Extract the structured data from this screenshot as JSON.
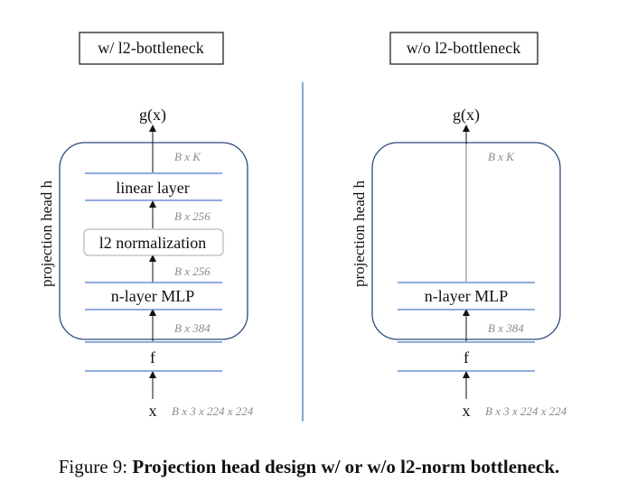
{
  "left_panel": {
    "title": "w/ l2-bottleneck",
    "output": "g(x)",
    "side_label": "projection head h",
    "layers": {
      "linear": "linear layer",
      "norm": "l2 normalization",
      "mlp": "n-layer MLP",
      "encoder": "f"
    },
    "input": "x",
    "dims": {
      "bk": "B x K",
      "b256_a": "B x 256",
      "b256_b": "B x 256",
      "b384": "B x 384",
      "input": "B x 3 x 224 x 224"
    }
  },
  "right_panel": {
    "title": "w/o l2-bottleneck",
    "output": "g(x)",
    "side_label": "projection head h",
    "layers": {
      "mlp": "n-layer MLP",
      "encoder": "f"
    },
    "input": "x",
    "dims": {
      "bk": "B x K",
      "b384": "B x 384",
      "input": "B x 3 x 224 x 224"
    }
  },
  "caption": {
    "prefix": "Figure 9: ",
    "bold": "Projection head design w/ or w/o l2-norm bottleneck."
  },
  "colors": {
    "layer_line": "#6f8fd6",
    "box_border": "#2b4a7a",
    "divider": "#3a6fb0",
    "dim_text": "#8a8a8a"
  }
}
